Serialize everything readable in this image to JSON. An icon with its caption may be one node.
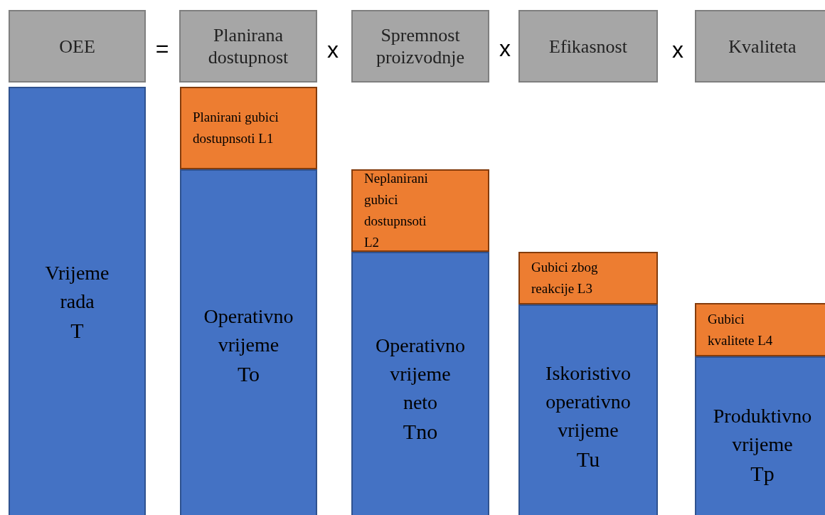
{
  "diagram": {
    "nodes": [
      {
        "text": [
          "OEE"
        ]
      },
      {
        "text": [
          "Planirana dostupnost"
        ]
      },
      {
        "text": [
          "Spremnost proizvodnje"
        ]
      },
      {
        "text": [
          "Efikasnost"
        ]
      },
      {
        "text": [
          "Kvaliteta"
        ]
      },
      {
        "text": [
          "Vrijeme rada",
          "T"
        ]
      },
      {
        "text": [
          "Planirani gubici dostupnsoti L1"
        ]
      },
      {
        "text": [
          "Operativno vrijeme",
          "To"
        ]
      },
      {
        "text": [
          "Neplanirani gubici dostupnsoti L2"
        ]
      },
      {
        "text": [
          "Operativno vrijeme neto",
          "Tno"
        ]
      },
      {
        "text": [
          "Gubici zbog reakcije L3"
        ]
      },
      {
        "text": [
          "Iskoristivo operativno vrijeme",
          "Tu"
        ]
      },
      {
        "text": [
          "Gubici kvalitete L4"
        ]
      },
      {
        "text": [
          "Produktivno vrijeme",
          "Tp"
        ]
      }
    ],
    "labels": [
      "=",
      "x",
      "x",
      "x"
    ]
  }
}
